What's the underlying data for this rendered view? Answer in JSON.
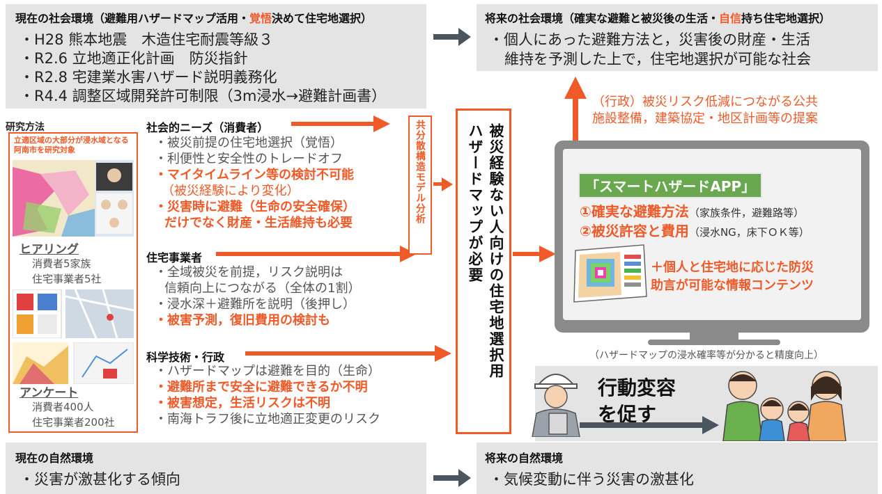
{
  "current_social": {
    "title_pre": "現在の社会環境（避難用ハザードマップ活用・",
    "title_hl": "覚悟",
    "title_post": "決めて住宅地選択）",
    "items": [
      "・H28 熊本地震　木造住宅耐震等級３",
      "・R2.6 立地適正化計画　防災指針",
      "・R2.8 宅建業水害ハザード説明義務化",
      "・R4.4 調整区域開発許可制限（3m浸水→避難計画書）"
    ]
  },
  "future_social": {
    "title_pre": "将来の社会環境（確実な避難と被災後の生活・",
    "title_hl": "自信",
    "title_post": "持ち住宅地選択）",
    "line1": "・個人にあった避難方法と，災害後の財産・生活",
    "line2": "維持を予測した上で，住宅地選択が可能な社会"
  },
  "research": {
    "title": "研究方法",
    "target": "立適区域の大部分が浸水域となる阿南市を研究対象",
    "hearing_label": "ヒアリング",
    "hearing_items": [
      "消費者5家族",
      "住宅事業者5社"
    ],
    "survey_label": "アンケート",
    "survey_items": [
      "消費者400人",
      "住宅事業者200社"
    ]
  },
  "needs": {
    "title": "社会的ニーズ（消費者）",
    "items": [
      {
        "text": "・被災前提の住宅地選択（覚悟）",
        "style": "normal"
      },
      {
        "text": "・利便性と安全性のトレードオフ",
        "style": "normal"
      },
      {
        "text": "・マイタイムライン等の検討不可能",
        "style": "hl"
      },
      {
        "text": "（被災経験により変化）",
        "style": "sub"
      },
      {
        "text": "・災害時に避難（生命の安全確保）",
        "style": "hl"
      },
      {
        "text": "だけでなく財産・生活維持も必要",
        "style": "hl"
      }
    ]
  },
  "builders": {
    "title": "住宅事業者",
    "items": [
      {
        "text": "・全域被災を前提，リスク説明は",
        "style": "normal"
      },
      {
        "text": "信頼向上につながる（全体の1割）",
        "style": "normal"
      },
      {
        "text": "・浸水深＋避難所を説明（後押し）",
        "style": "normal"
      },
      {
        "text": "・被害予測，復旧費用の検討も",
        "style": "hl"
      }
    ]
  },
  "science": {
    "title": "科学技術・行政",
    "items": [
      {
        "text": "・ハザードマップは避難を目的（生命）",
        "style": "normal"
      },
      {
        "text": "・避難所まで安全に避難できるか不明",
        "style": "hl"
      },
      {
        "text": "・被害想定，生活リスクは不明",
        "style": "hl"
      },
      {
        "text": "・南海トラフ後に立地適正変更のリスク",
        "style": "normal"
      }
    ]
  },
  "analysis_label": "共分散構造モデル分析",
  "need_box": {
    "col1": "ハザードマップが必要",
    "col2": "被災経験ない人向けの住宅地選択用"
  },
  "gov": {
    "line1": "（行政）被災リスク低減につながる公共",
    "line2": "施設整備，建築協定・地区計画等の提案"
  },
  "app": {
    "title": "「スマートハザードAPP」",
    "p1_main": "①確実な避難方法",
    "p1_note": "（家族条件，避難路等）",
    "p2_main": "②被災許容と費用",
    "p2_note": "（浸水NG，床下ＯＫ等）",
    "extra1": "＋個人と住宅地に応じた防災",
    "extra2": "助言が可能な情報コンテンツ"
  },
  "accuracy_note": "（ハザードマップの浸水確率等が分かると精度向上）",
  "behavior": {
    "line1": "行動変容",
    "line2": "を促す"
  },
  "current_natural": {
    "title": "現在の自然環境",
    "item": "・災害が激甚化する傾向"
  },
  "future_natural": {
    "title": "将来の自然環境",
    "item": "・気候変動に伴う災害の激甚化"
  },
  "colors": {
    "orange": "#f05a28",
    "gray_box": "#e4e4e4",
    "dark_arrow": "#4a5560",
    "app_green": "#6aa84f"
  }
}
